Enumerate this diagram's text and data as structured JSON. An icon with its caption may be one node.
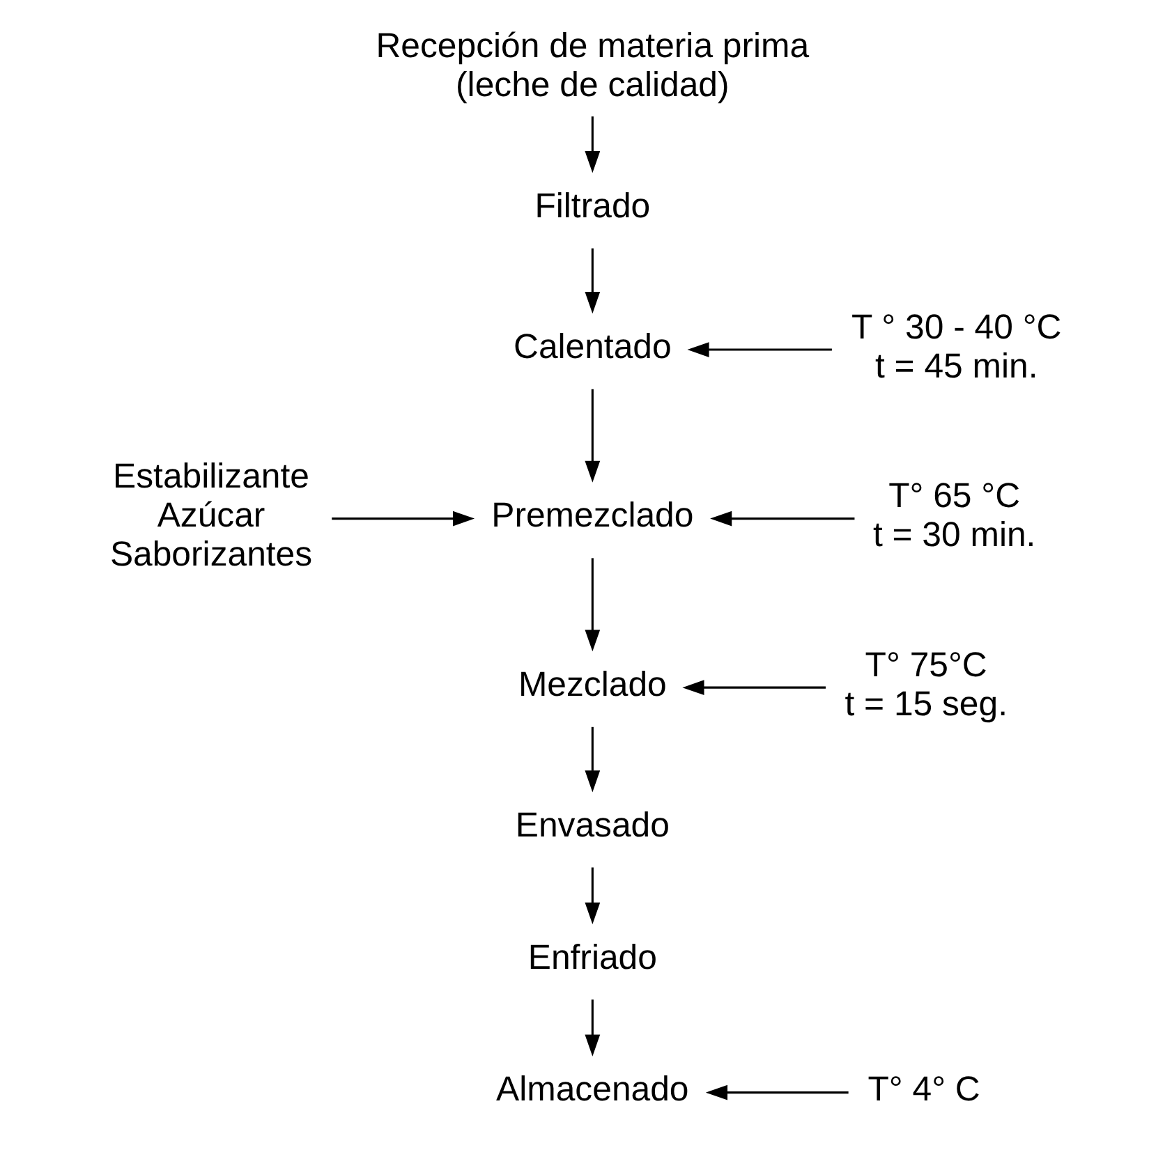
{
  "diagram": {
    "nodes": [
      {
        "text": [
          "Recepción de materia prima (leche de calidad)"
        ]
      },
      {
        "text": [
          "Filtrado"
        ]
      },
      {
        "text": [
          "Calentado"
        ]
      },
      {
        "text": [
          "Premezclado"
        ]
      },
      {
        "text": [
          "Mezclado"
        ]
      },
      {
        "text": [
          "Envasado"
        ]
      },
      {
        "text": [
          "Enfriado"
        ]
      },
      {
        "text": [
          "Almacenado"
        ]
      },
      {
        "text": [
          "T ° 30 - 40 °C t = 45 min."
        ]
      },
      {
        "text": [
          "Estabilizante Azúcar Saborizantes"
        ]
      },
      {
        "text": [
          "T° 65 °C t = 30 min."
        ]
      },
      {
        "text": [
          "T° 75°C t = 15 seg."
        ]
      },
      {
        "text": [
          "T° 4° C"
        ]
      }
    ],
    "edges": [
      {
        "from": 0,
        "to": 1,
        "arrow": "to"
      },
      {
        "from": 1,
        "to": 2,
        "arrow": "to"
      },
      {
        "from": 8,
        "to": 2,
        "arrow": "to"
      },
      {
        "from": 2,
        "to": 3,
        "arrow": "to"
      },
      {
        "from": 9,
        "to": 3,
        "arrow": "to"
      },
      {
        "from": 10,
        "to": 3,
        "arrow": "to"
      },
      {
        "from": 3,
        "to": 4,
        "arrow": "to"
      },
      {
        "from": 11,
        "to": 4,
        "arrow": "to"
      },
      {
        "from": 4,
        "to": 5,
        "arrow": "to"
      },
      {
        "from": 5,
        "to": 6,
        "arrow": "to"
      },
      {
        "from": 6,
        "to": 7,
        "arrow": "to"
      },
      {
        "from": 12,
        "to": 7,
        "arrow": "to"
      }
    ]
  }
}
